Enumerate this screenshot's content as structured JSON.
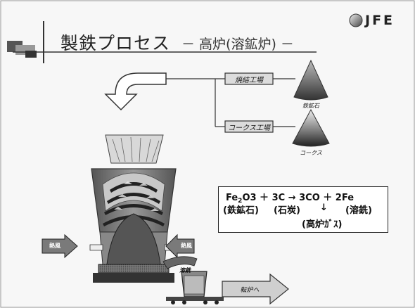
{
  "header": {
    "title": "製鉄プロセス",
    "subtitle": "－ 高炉(溶鉱炉) －",
    "logo_text": "JFE"
  },
  "diagram": {
    "sinter_plant": "焼結工場",
    "iron_ore": "鉄鉱石",
    "coke_plant": "コークス工場",
    "coke": "コークス",
    "hot_blast_left": "熱風",
    "hot_blast_right": "熱風",
    "pig_iron_label": "溶銑",
    "to_converter": "転炉へ"
  },
  "equation": {
    "line1_fe": "Fe",
    "line1_sub": "2",
    "line1_rest": "O3 ＋ 3C → 3CO ＋ 2Fe",
    "line2_a": "(鉄鉱石)",
    "line2_b": "(石炭)",
    "line2_arrow": "↓",
    "line2_c": "(溶銑)",
    "line3": "(高炉ｶﾞｽ)"
  },
  "colors": {
    "ink": "#111111",
    "box_fill": "#dcdcdc",
    "arrow_fill": "#7a7a7a"
  }
}
